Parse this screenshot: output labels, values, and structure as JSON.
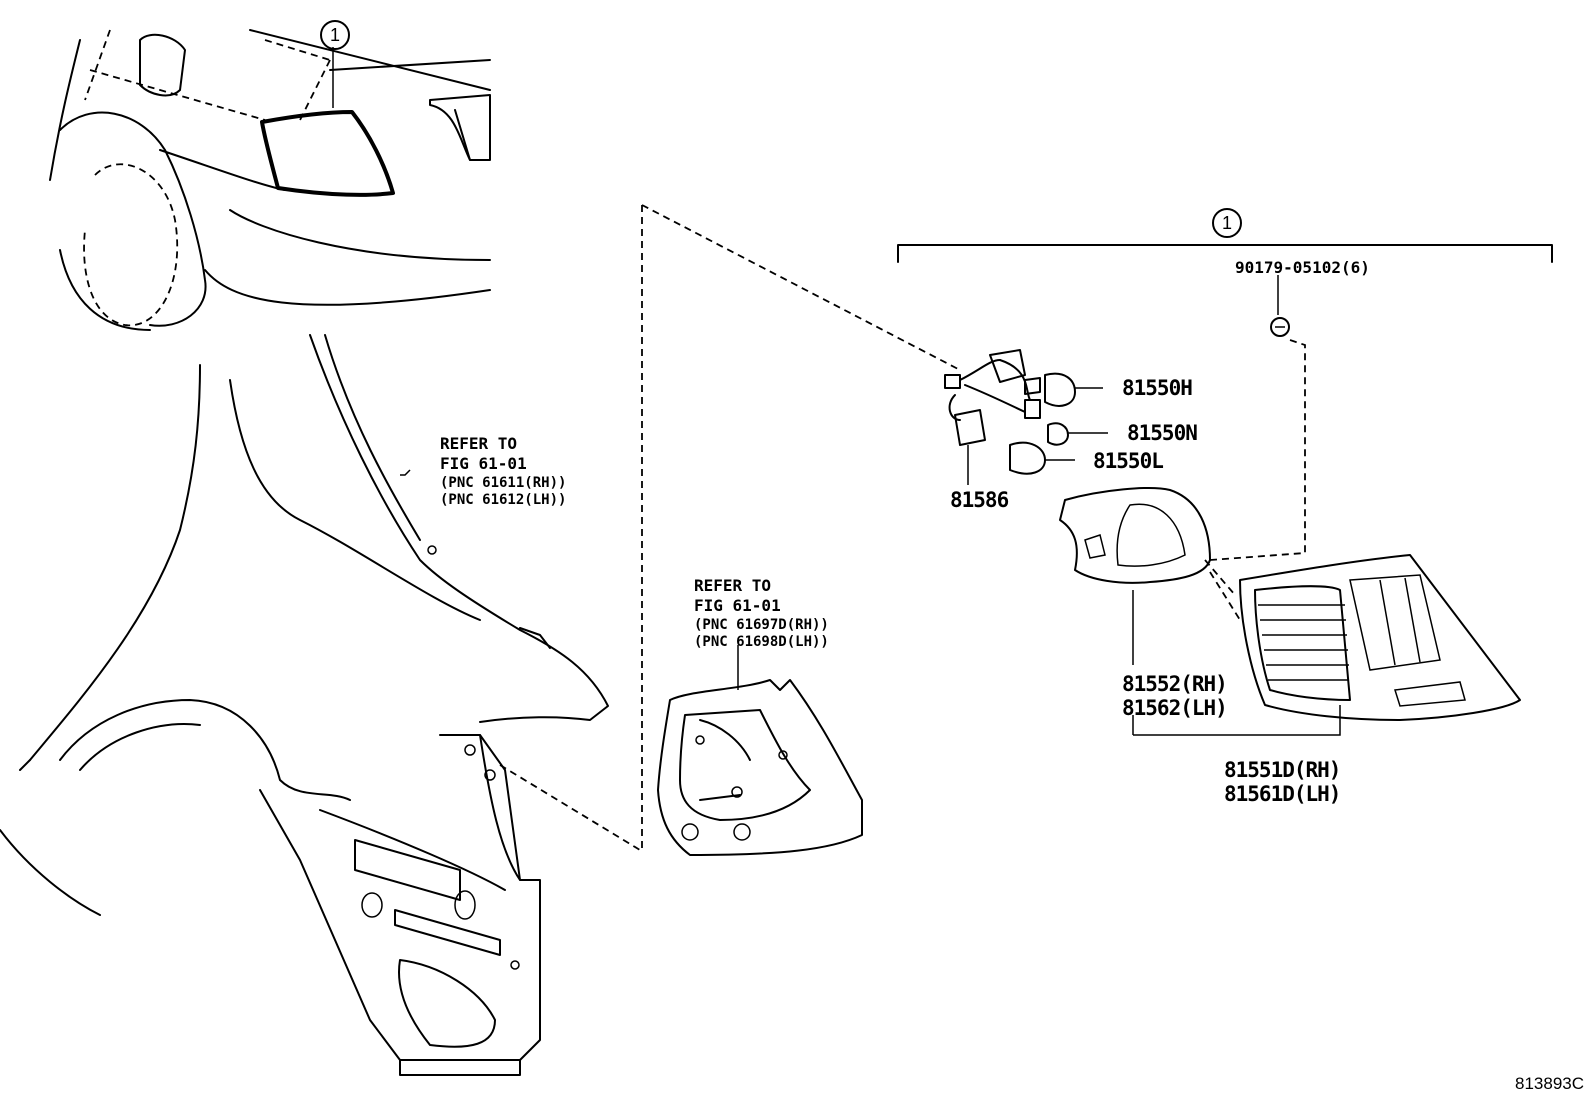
{
  "callouts": {
    "ref_circle": "1",
    "assembly_circle": "1"
  },
  "refer_fender": {
    "line1": "REFER TO",
    "line2": "FIG 61-01",
    "line3": "(PNC 61611(RH))",
    "line4": "(PNC 61612(LH))"
  },
  "refer_inner": {
    "line1": "REFER TO",
    "line2": "FIG 61-01",
    "line3": "(PNC 61697D(RH))",
    "line4": "(PNC 61698D(LH))"
  },
  "parts": {
    "clip": "90179-05102(6)",
    "bulb_h": "81550H",
    "bulb_n": "81550N",
    "bulb_l": "81550L",
    "socket": "81586",
    "gasket_rh": "81552(RH)",
    "gasket_lh": "81562(LH)",
    "lamp_rh": "81551D(RH)",
    "lamp_lh": "81561D(LH)"
  },
  "figure_id": "813893C"
}
